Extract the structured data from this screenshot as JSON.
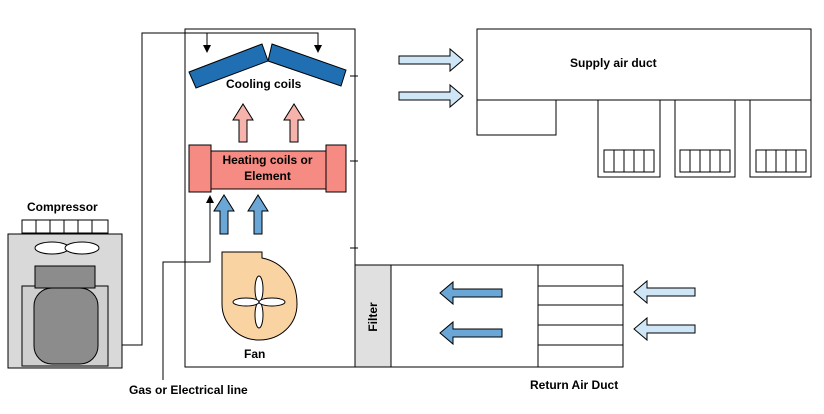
{
  "labels": {
    "supply_air_duct": "Supply air duct",
    "cooling_coils": "Cooling coils",
    "heating_coils_line1": "Heating coils or",
    "heating_coils_line2": "Element",
    "compressor": "Compressor",
    "fan": "Fan",
    "filter": "Filter",
    "gas_line": "Gas or Electrical line",
    "return_air_duct": "Return Air Duct"
  },
  "colors": {
    "cooling_coil": "#1f6fb2",
    "heating_coil": "#f58b82",
    "air_arrow_light": "#cfe6f7",
    "air_arrow_dark": "#6aa6d6",
    "heat_arrow": "#f6b3ab",
    "fan_body": "#fad3a3",
    "compressor_case": "#d9d9d9",
    "filter": "#e0e0e0"
  }
}
